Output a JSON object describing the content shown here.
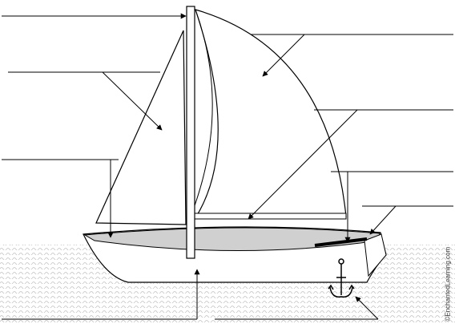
{
  "diagram": {
    "subject": "sailboat-parts-label-diagram",
    "blank_label_count": 9
  },
  "credit": {
    "text": "©EnchantedLearning.com"
  },
  "colors": {
    "line": "#000000",
    "water": "#d6d6d6",
    "deck": "#d0d0d0",
    "hull": "#ffffff",
    "sail": "#ffffff"
  }
}
